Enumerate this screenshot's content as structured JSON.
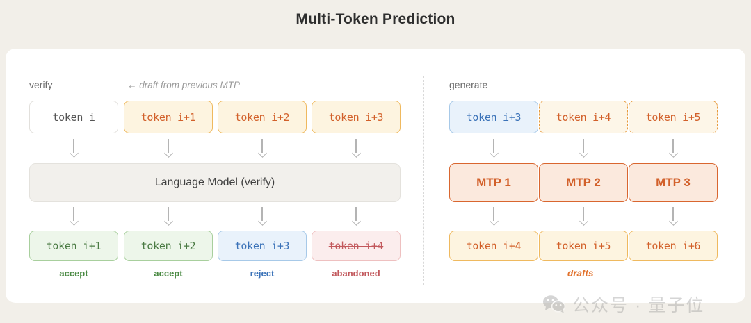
{
  "title": "Multi-Token Prediction",
  "left_panel": {
    "label": "verify",
    "annotation": "← draft from previous MTP",
    "input_row": [
      {
        "text": "token i",
        "style": "plain"
      },
      {
        "text": "token i+1",
        "style": "amber"
      },
      {
        "text": "token i+2",
        "style": "amber"
      },
      {
        "text": "token i+3",
        "style": "amber"
      }
    ],
    "model_bar": "Language Model (verify)",
    "output_row": [
      {
        "text": "token i+1",
        "style": "green",
        "verdict": "accept",
        "struck": false
      },
      {
        "text": "token i+2",
        "style": "green",
        "verdict": "accept",
        "struck": false
      },
      {
        "text": "token i+3",
        "style": "blue",
        "verdict": "reject",
        "struck": false
      },
      {
        "text": "token i+4",
        "style": "red",
        "verdict": "abandoned",
        "struck": true
      }
    ]
  },
  "right_panel": {
    "label": "generate",
    "input_row": [
      {
        "text": "token i+3",
        "style": "blue"
      },
      {
        "text": "token i+4",
        "style": "amber-dashed"
      },
      {
        "text": "token i+5",
        "style": "amber-dashed"
      }
    ],
    "mtp_row": [
      {
        "text": "MTP 1"
      },
      {
        "text": "MTP 2"
      },
      {
        "text": "MTP 3"
      }
    ],
    "output_row": [
      {
        "text": "token i+4",
        "style": "amber"
      },
      {
        "text": "token i+5",
        "style": "amber"
      },
      {
        "text": "token i+6",
        "style": "amber"
      }
    ],
    "drafts_label": "drafts"
  },
  "watermark": {
    "icon": "wechat-icon",
    "text": "公众号 · 量子位"
  },
  "colors": {
    "page_bg": "#f2efe9",
    "card_bg": "#ffffff",
    "amber": "#d2602a",
    "green": "#4a7a43",
    "blue": "#3a72b8",
    "red": "#c2585c"
  }
}
